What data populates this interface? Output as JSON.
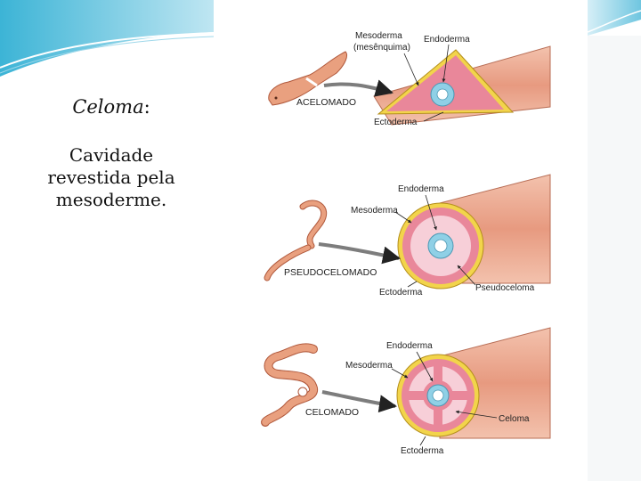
{
  "slide": {
    "heading_term": "Celoma",
    "heading_colon": ":",
    "description_lines": [
      "Cavidade",
      "revestida pela",
      "mesoderme."
    ]
  },
  "panels": {
    "acelomado": {
      "title": "ACELOMADO",
      "mesoderm": "Mesoderma",
      "mesoderm_note": "(mesênquima)",
      "endoderm": "Endoderma",
      "ectoderm": "Ectoderma"
    },
    "pseudocelomado": {
      "title": "PSEUDOCELOMADO",
      "endoderm": "Endoderma",
      "mesoderm": "Mesoderma",
      "ectoderm": "Ectoderma",
      "cavity": "Pseudoceloma"
    },
    "celomado": {
      "title": "CELOMADO",
      "endoderm": "Endoderma",
      "mesoderm": "Mesoderma",
      "ectoderm": "Ectoderma",
      "cavity": "Celoma"
    }
  },
  "colors": {
    "accent_teal": "#3cb4d6",
    "ectoderm": "#f2d44b",
    "mesoderm": "#e9879a",
    "endoderm": "#8fd0e6",
    "worm": "#e7a07c",
    "arrow": "#7d7d7d"
  }
}
